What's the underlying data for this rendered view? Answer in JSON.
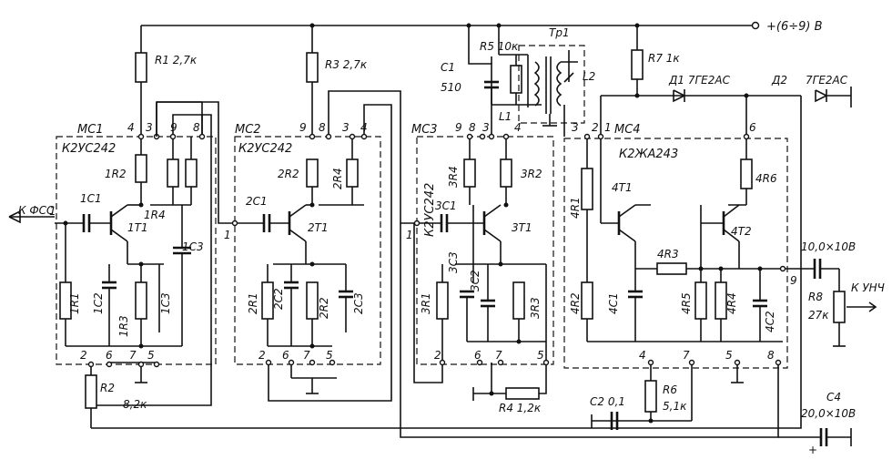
{
  "supply": "+(6÷9) В",
  "io": {
    "left": "К ФСС",
    "right": "К УНЧ"
  },
  "modules": [
    {
      "name": "МС1",
      "type": "К2УС242"
    },
    {
      "name": "МС2",
      "type": "К2УС242"
    },
    {
      "name": "МС3",
      "type": "К2УС242"
    },
    {
      "name": "МС4",
      "type": "К2ЖА243"
    }
  ],
  "parts": {
    "R1": "R1 2,7к",
    "R2": "R2",
    "R2v": "8,2к",
    "R3": "R3 2,7к",
    "R4": "R4 1,2к",
    "R5": "R5 10к",
    "C1": "С1",
    "C1v": "510",
    "Tr1": "Тр1",
    "L1": "L1",
    "L2": "L2",
    "R7": "R7 1к",
    "D1": "Д1 7ГЕ2АС",
    "D2": "Д2",
    "D2v": "7ГЕ2АС",
    "R6": "R6",
    "R6v": "5,1к",
    "C2": "С2 0,1",
    "C4": "С4",
    "C4v": "20,0×10В",
    "C3v": "10,0×10В",
    "R8": "R8",
    "R8v": "27к",
    "plus": "+"
  },
  "internal": {
    "m1": [
      "1С1",
      "1Т1",
      "1R2",
      "1R4",
      "1С3",
      "1R1",
      "1С2",
      "1R3",
      "1С3"
    ],
    "m2": [
      "2С1",
      "2Т1",
      "2R2",
      "2R4",
      "2R1",
      "2С2",
      "2R2",
      "2С3"
    ],
    "m3": [
      "3С1",
      "3Т1",
      "3R4",
      "3R2",
      "3С3",
      "3R1",
      "3С2",
      "3R3"
    ],
    "m4": [
      "4R1",
      "4Т1",
      "4R3",
      "4Т2",
      "4R6",
      "4R2",
      "4С1",
      "4R5",
      "4R4",
      "4С2"
    ]
  },
  "pins": {
    "m1": [
      "4",
      "3",
      "9",
      "8",
      "1",
      "2",
      "6",
      "7",
      "5"
    ],
    "m2": [
      "9",
      "8",
      "3",
      "4",
      "1",
      "2",
      "6",
      "7",
      "5"
    ],
    "m3": [
      "9",
      "8",
      "3",
      "4",
      "1",
      "2",
      "6",
      "7",
      "5"
    ],
    "m4": [
      "3",
      "2",
      "1",
      "6",
      "9",
      "4",
      "7",
      "5",
      "8"
    ]
  }
}
